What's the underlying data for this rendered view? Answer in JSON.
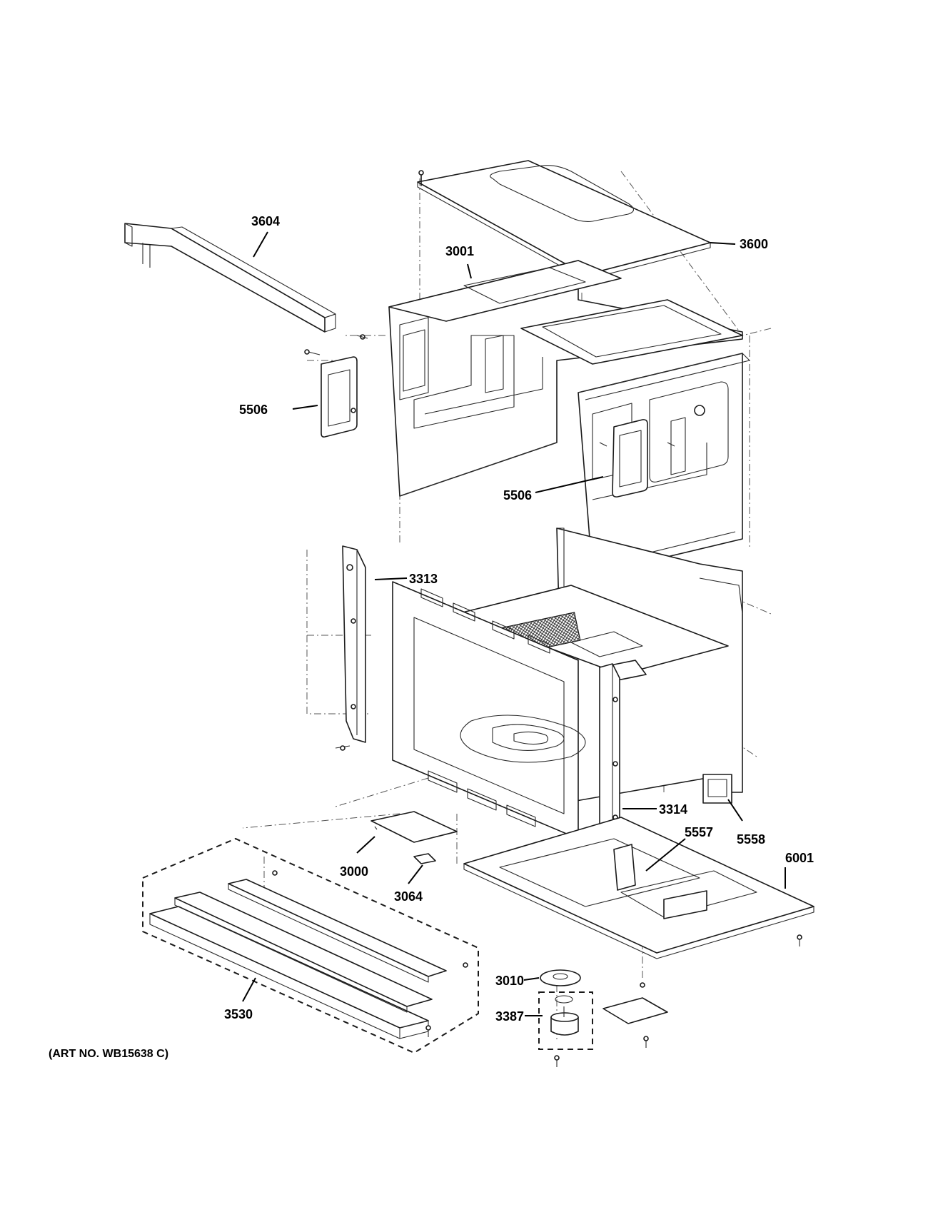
{
  "callouts": {
    "c3604": "3604",
    "c3600": "3600",
    "c3001": "3001",
    "c5506a": "5506",
    "c5506b": "5506",
    "c3313": "3313",
    "c3314": "3314",
    "c5557": "5557",
    "c5558": "5558",
    "c6001": "6001",
    "c3000": "3000",
    "c3064": "3064",
    "c3010": "3010",
    "c3387": "3387",
    "c3530": "3530"
  },
  "art_number": "(ART NO. WB15638 C)"
}
